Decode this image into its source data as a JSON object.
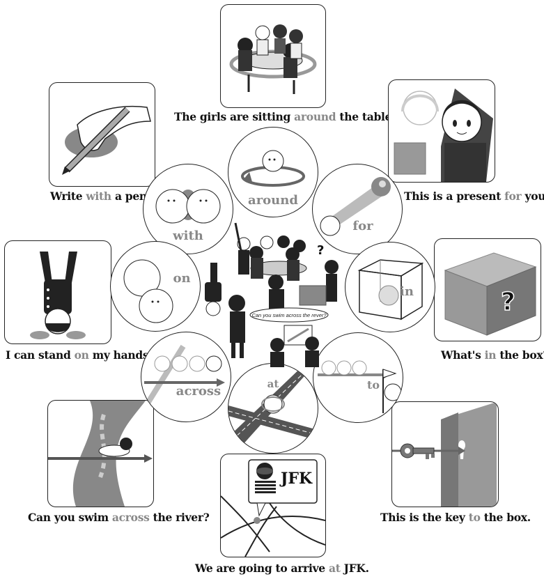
{
  "captions": {
    "around": {
      "pre": "The girls are sitting ",
      "word": "around",
      "post": " the table."
    },
    "with": {
      "pre": "Write ",
      "word": "with",
      "post": " a pen."
    },
    "for": {
      "pre": "This is a present ",
      "word": "for",
      "post": " you."
    },
    "on": {
      "pre": "I can stand ",
      "word": "on",
      "post": " my hands."
    },
    "in": {
      "pre": "What's ",
      "word": "in",
      "post": " the box?"
    },
    "across": {
      "pre": "Can you swim ",
      "word": "across",
      "post": " the river?"
    },
    "to": {
      "pre": "This is the key ",
      "word": "to",
      "post": " the box."
    },
    "at": {
      "pre": "We are going to arrive ",
      "word": "at",
      "post": " JFK."
    }
  },
  "prepositions": {
    "around": "around",
    "with": "with",
    "for": "for",
    "on": "on",
    "in": "in",
    "across": "across",
    "to": "to",
    "at": "at"
  },
  "center": {
    "speech_bubble": "Can you swim across the rever?",
    "question_mark": "?"
  },
  "jfk_sign": "JFK",
  "colors": {
    "highlight": "#888888",
    "outline": "#222222",
    "gray_fill": "#9a9a9a",
    "light_fill": "#d8d8d8"
  }
}
